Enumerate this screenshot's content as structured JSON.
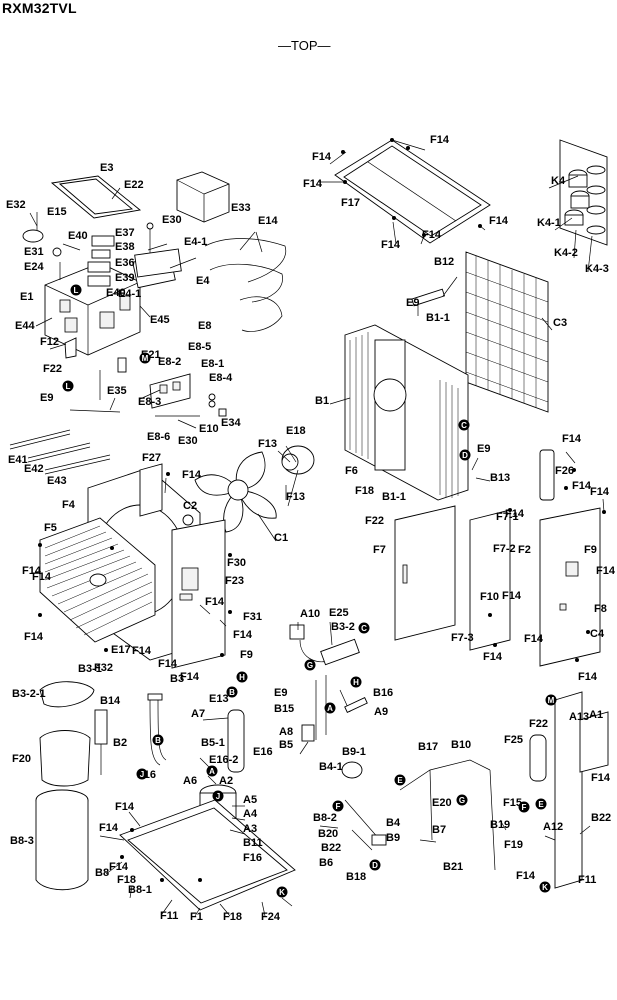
{
  "title": "RXM32TVL",
  "view": "—TOP—",
  "labels": [
    "E3",
    "E22",
    "E32",
    "E15",
    "E40",
    "E37",
    "E38",
    "E36",
    "E39",
    "E31",
    "E24",
    "E30",
    "E33",
    "E4-1",
    "E14",
    "E4",
    "E40",
    "E4-1",
    "E1",
    "E44",
    "E45",
    "E8",
    "E21",
    "E8-5",
    "F12",
    "F22",
    "E8-2",
    "E8-1",
    "E8-4",
    "E35",
    "E9",
    "E8-3",
    "E34",
    "E10",
    "E30",
    "E8-6",
    "E41",
    "E42",
    "E43",
    "F14",
    "F14",
    "F14",
    "F17",
    "F14",
    "F14",
    "F14",
    "K4",
    "K4-1",
    "K4-2",
    "K4-3",
    "B12",
    "E9",
    "C3",
    "B1-1",
    "B1",
    "F13",
    "E18",
    "E9",
    "B13",
    "F6",
    "F18",
    "B1-1",
    "F14",
    "F26",
    "F14",
    "F14",
    "F27",
    "F14",
    "F4",
    "C2",
    "F13",
    "C1",
    "F14",
    "F5",
    "F22",
    "F7",
    "F14",
    "F7-1",
    "F7-2",
    "F2",
    "F9",
    "F14",
    "F23",
    "F30",
    "F14",
    "F31",
    "F8",
    "F14",
    "C4",
    "F14",
    "F14",
    "F32",
    "F14",
    "F7-3",
    "F10",
    "F14",
    "F14",
    "F14",
    "F14",
    "F9",
    "F14",
    "F14",
    "E17",
    "B3",
    "B3-1",
    "A10",
    "E25",
    "B3-2",
    "B3-2-1",
    "B14",
    "E9",
    "B15",
    "B16",
    "A9",
    "A8",
    "B5",
    "E13",
    "A7",
    "B2",
    "B5-1",
    "E16-2",
    "E16",
    "F16",
    "B9-1",
    "B4-1",
    "B10",
    "B17",
    "F25",
    "F22",
    "A13",
    "A1",
    "F20",
    "A6",
    "A2",
    "A5",
    "A4",
    "A3",
    "B11",
    "F16",
    "E20",
    "F15",
    "F14",
    "F14",
    "F14",
    "B8",
    "B8-1",
    "B8-2",
    "B20",
    "B9",
    "B4",
    "B7",
    "B19",
    "F19",
    "A12",
    "B22",
    "B8-3",
    "B22",
    "B6",
    "B18",
    "B21",
    "F14",
    "F11",
    "F14",
    "F18",
    "F11",
    "F1",
    "F18",
    "F24"
  ],
  "markers": [
    "A",
    "B",
    "C",
    "D",
    "E",
    "F",
    "G",
    "H",
    "J",
    "K",
    "L",
    "M"
  ]
}
